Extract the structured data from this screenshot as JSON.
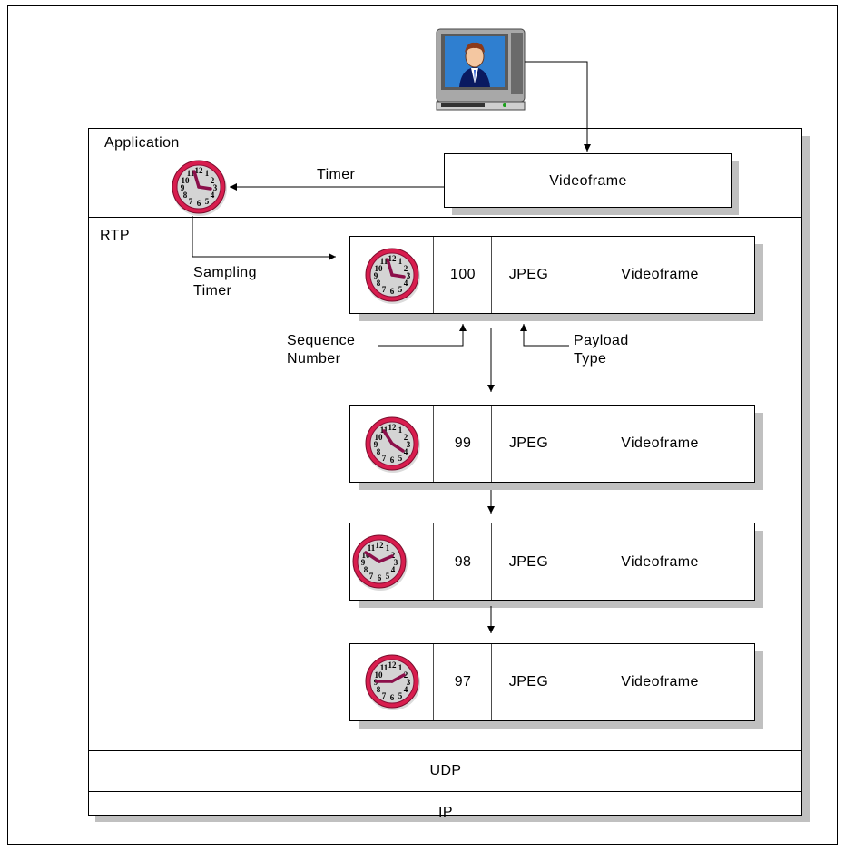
{
  "layers": {
    "application": "Application",
    "rtp": "RTP",
    "udp": "UDP",
    "ip": "IP"
  },
  "application_frame": {
    "label": "Videoframe"
  },
  "arrows": {
    "timer": "Timer",
    "sampling_timer": [
      "Sampling",
      "Timer"
    ],
    "sequence_number": [
      "Sequence",
      "Number"
    ],
    "payload_type": [
      "Payload",
      "Type"
    ]
  },
  "packets": [
    {
      "sequence": "100",
      "payload": "JPEG",
      "frame": "Videoframe"
    },
    {
      "sequence": "99",
      "payload": "JPEG",
      "frame": "Videoframe"
    },
    {
      "sequence": "98",
      "payload": "JPEG",
      "frame": "Videoframe"
    },
    {
      "sequence": "97",
      "payload": "JPEG",
      "frame": "Videoframe"
    }
  ],
  "icons": {
    "monitor": "tv-monitor-icon",
    "clock": "clock-icon"
  },
  "colors": {
    "shadow": "#c0c0c0",
    "clock_rim": "#d81d4e",
    "clock_face": "#d4d4d4",
    "clock_hand": "#8b0f4a",
    "screen": "#2f7fd0"
  }
}
